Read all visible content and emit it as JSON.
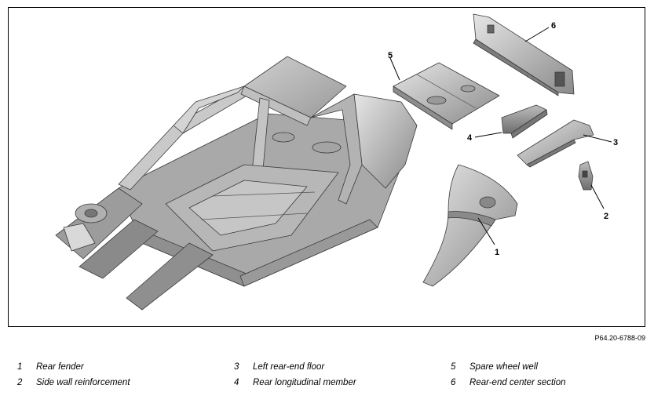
{
  "figure": {
    "id": "P64.20-6788-09",
    "callouts": [
      "1",
      "2",
      "3",
      "4",
      "5",
      "6"
    ]
  },
  "legend": [
    {
      "num": "1",
      "label": "Rear fender"
    },
    {
      "num": "2",
      "label": "Side wall reinforcement"
    },
    {
      "num": "3",
      "label": "Left rear-end floor"
    },
    {
      "num": "4",
      "label": "Rear longitudinal member"
    },
    {
      "num": "5",
      "label": "Spare wheel well"
    },
    {
      "num": "6",
      "label": "Rear-end center section"
    }
  ]
}
